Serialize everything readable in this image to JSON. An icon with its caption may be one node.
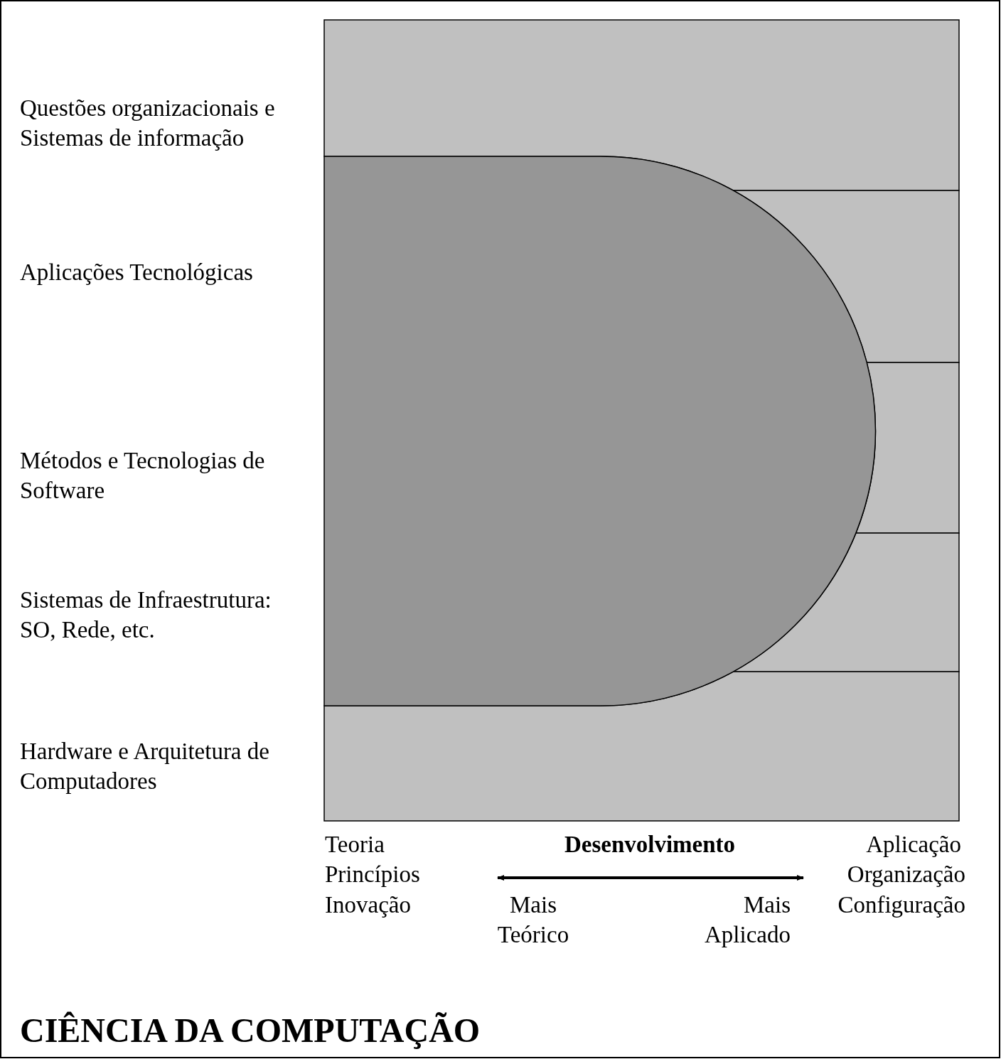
{
  "diagram": {
    "title": "CIÊNCIA DA COMPUTAÇÃO",
    "labels": [
      "Questões organizacionais e Sistemas de informação",
      "Aplicações Tecnológicas",
      "Métodos e Tecnologias de Software",
      "Sistemas de Infraestrutura: SO, Rede, etc.",
      "Hardware e Arquitetura de Computadores",
      "Teoria",
      "Princípios",
      "Inovação",
      "Desenvolvimento",
      "Mais Teórico",
      "Mais Aplicado",
      "Aplicação",
      "Organização",
      "Configuração"
    ]
  }
}
